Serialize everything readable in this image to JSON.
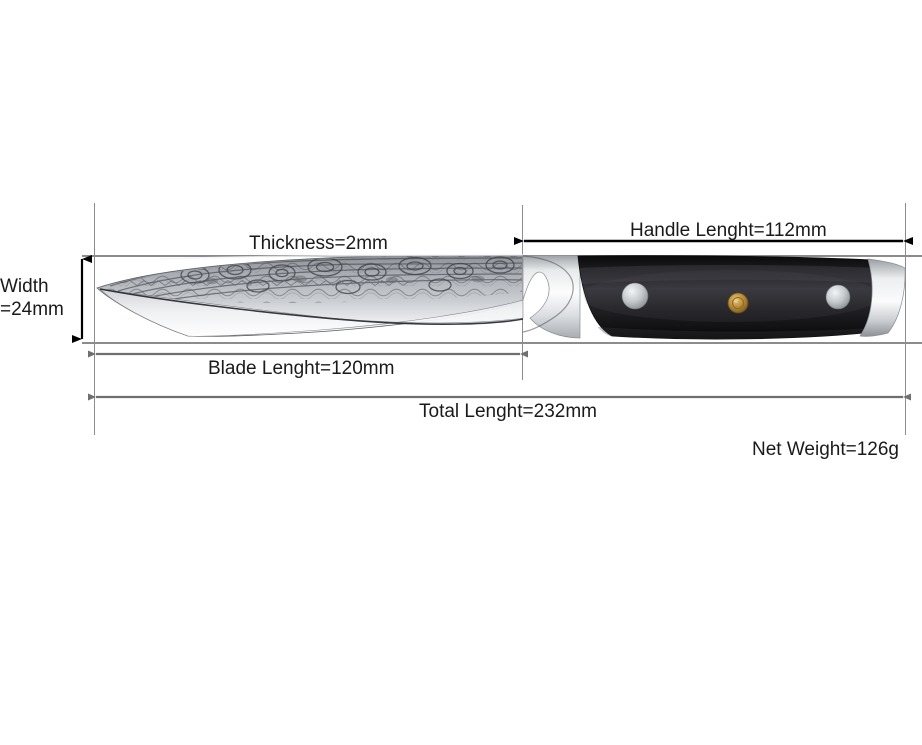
{
  "diagram": {
    "title": "Knife dimension diagram",
    "background_color": "#ffffff",
    "line_color": "#8c8c8c",
    "text_color": "#1a1a1a",
    "product": "damascus-steel-utility-knife"
  },
  "measurements": {
    "thickness": {
      "label": "Thickness=2mm",
      "value": 2,
      "unit": "mm"
    },
    "handle_length": {
      "label": "Handle Lenght=112mm",
      "value": 112,
      "unit": "mm"
    },
    "width": {
      "label_line1": "Width",
      "label_line2": "=24mm",
      "value": 24,
      "unit": "mm"
    },
    "blade_length": {
      "label": "Blade Lenght=120mm",
      "value": 120,
      "unit": "mm"
    },
    "total_length": {
      "label": "Total Lenght=232mm",
      "value": 232,
      "unit": "mm"
    },
    "net_weight": {
      "label": "Net Weight=126g",
      "value": 126,
      "unit": "g"
    }
  },
  "knife": {
    "blade": {
      "name": "damascus-blade",
      "finish": "damascus-pattern",
      "edge": "serrated",
      "steel_color": "#b9bcc0"
    },
    "bolster": {
      "name": "steel-bolster",
      "color": "#d7dadd"
    },
    "handle": {
      "name": "black-handle",
      "color": "#161618",
      "rivets": [
        {
          "name": "rivet-front",
          "type": "steel",
          "color": "#c8ccd0"
        },
        {
          "name": "rivet-mosaic",
          "type": "brass-mosaic",
          "color": "#b98a34"
        },
        {
          "name": "rivet-rear",
          "type": "steel",
          "color": "#c8ccd0"
        }
      ],
      "end_cap": {
        "name": "steel-end-cap",
        "color": "#d9dcdf"
      }
    }
  }
}
